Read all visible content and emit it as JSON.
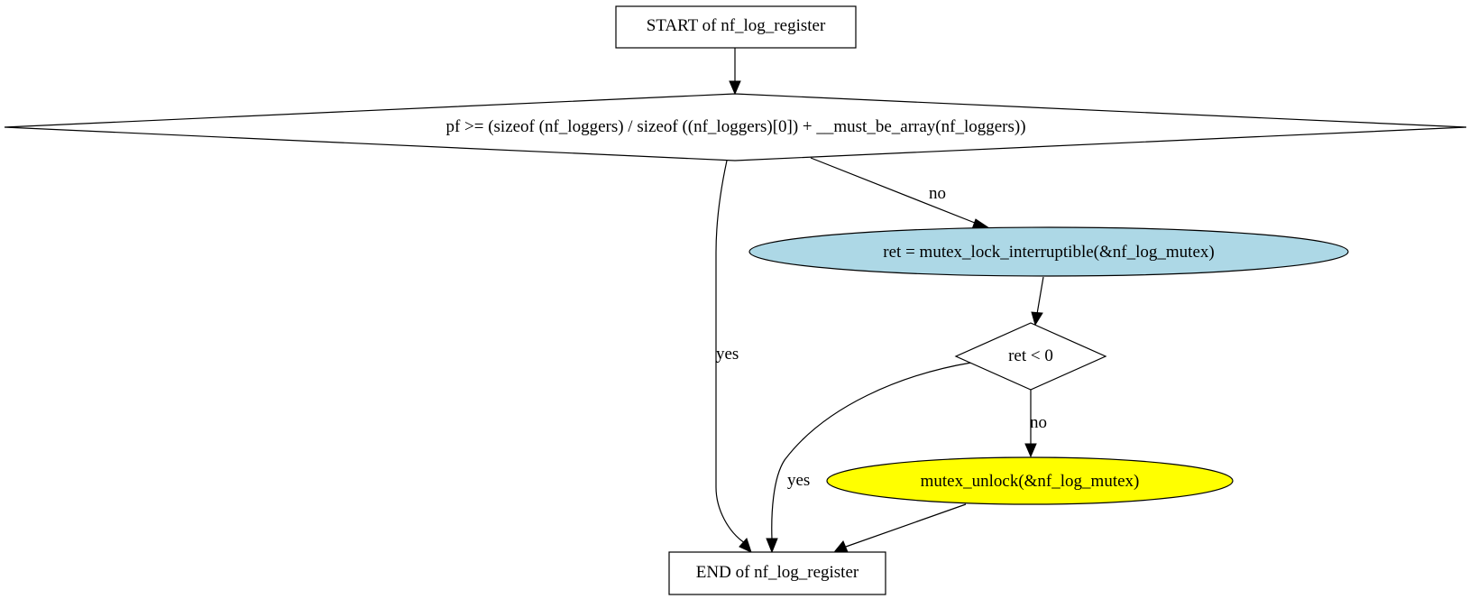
{
  "nodes": {
    "start": {
      "label": "START of nf_log_register",
      "fill": "#ffffff"
    },
    "cond_pf": {
      "label": "pf >= (sizeof (nf_loggers) / sizeof ((nf_loggers)[0]) + __must_be_array(nf_loggers))",
      "fill": "#ffffff"
    },
    "lock": {
      "label": "ret = mutex_lock_interruptible(&nf_log_mutex)",
      "fill": "#add8e6"
    },
    "cond_ret": {
      "label": "ret < 0",
      "fill": "#ffffff"
    },
    "unlock": {
      "label": "mutex_unlock(&nf_log_mutex)",
      "fill": "#ffff00"
    },
    "end": {
      "label": "END of nf_log_register",
      "fill": "#ffffff"
    }
  },
  "edges": {
    "pf_no": {
      "label": "no"
    },
    "pf_yes": {
      "label": "yes"
    },
    "ret_no": {
      "label": "no"
    },
    "ret_yes": {
      "label": "yes"
    }
  }
}
